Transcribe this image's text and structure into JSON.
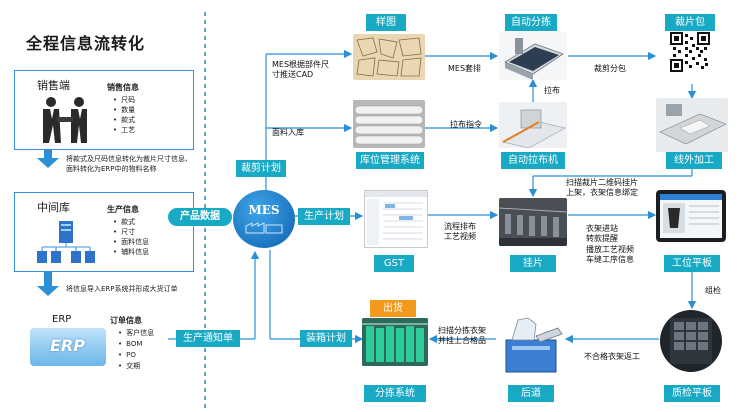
{
  "title": "全程信息流转化",
  "left": {
    "sales": {
      "label": "销售端",
      "info_title": "销售信息",
      "items": [
        "尺码",
        "数量",
        "款式",
        "工艺"
      ]
    },
    "note1": [
      "将款式及尺码信息转化为裁片尺寸信息、",
      "面料转化为ERP中的物料名称"
    ],
    "middle": {
      "label": "中间库",
      "info_title": "生产信息",
      "items": [
        "款式",
        "尺寸",
        "面料信息",
        "辅料信息"
      ]
    },
    "note2": "将信息导入ERP系统并形成大货订单",
    "erp": {
      "label": "ERP",
      "logo_text": "ERP",
      "info_title": "订单信息",
      "items": [
        "客户信息",
        "BOM",
        "PO",
        "交期"
      ]
    }
  },
  "hub": {
    "mes": "MES",
    "product_data": "产品数据",
    "cut_plan": "裁剪计划",
    "production_plan": "生产计划",
    "production_notice": "生产通知单",
    "packing_plan": "装箱计划"
  },
  "nodes": {
    "sample": "样图",
    "auto_sort": "自动分拣",
    "cut_pack": "裁片包",
    "warehouse": "库位管理系统",
    "auto_spread": "自动拉布机",
    "offline": "线外加工",
    "gst": "GST",
    "hanging": "挂片",
    "station_tablet": "工位平板",
    "shipping": "出货",
    "sorting": "分拣系统",
    "backend": "后道",
    "qc_tablet": "质检平板"
  },
  "notes": {
    "mes_cad": [
      "MES根据部件尺",
      "寸推送CAD"
    ],
    "fabric_in": "面料入库",
    "mes_nest": "MES套排",
    "cut_subpack": "裁剪分包",
    "spread": "拉布",
    "spread_cmd": "拉布指令",
    "scan_hang": [
      "扫描裁片二维码挂片",
      "上架，衣架信息绑定"
    ],
    "flow_video": [
      "流程排布",
      "工艺视频"
    ],
    "hanger": [
      "衣架进站",
      "转款提醒",
      "播放工艺视频",
      "车缝工序信息"
    ],
    "group_check": "组检",
    "scan_sort": [
      "扫描分拣衣架",
      "并挂上合格品"
    ],
    "reject": "不合格衣架返工"
  },
  "colors": {
    "accent": "#2b8fd6",
    "teal_tag": "#18a9c4",
    "orange_tag": "#f39a1e",
    "blue_tag": "#1d6fc6"
  }
}
